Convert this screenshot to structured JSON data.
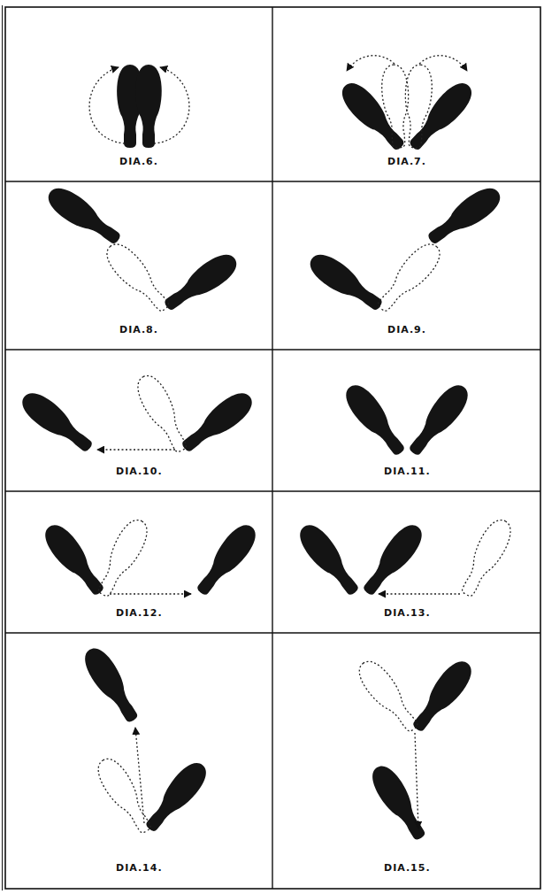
{
  "diagram": {
    "labels": [
      "DIA.6.",
      "DIA.7.",
      "DIA.8.",
      "DIA.9.",
      "DIA.10.",
      "DIA.11.",
      "DIA.12.",
      "DIA.13.",
      "DIA.14.",
      "DIA.15."
    ]
  }
}
